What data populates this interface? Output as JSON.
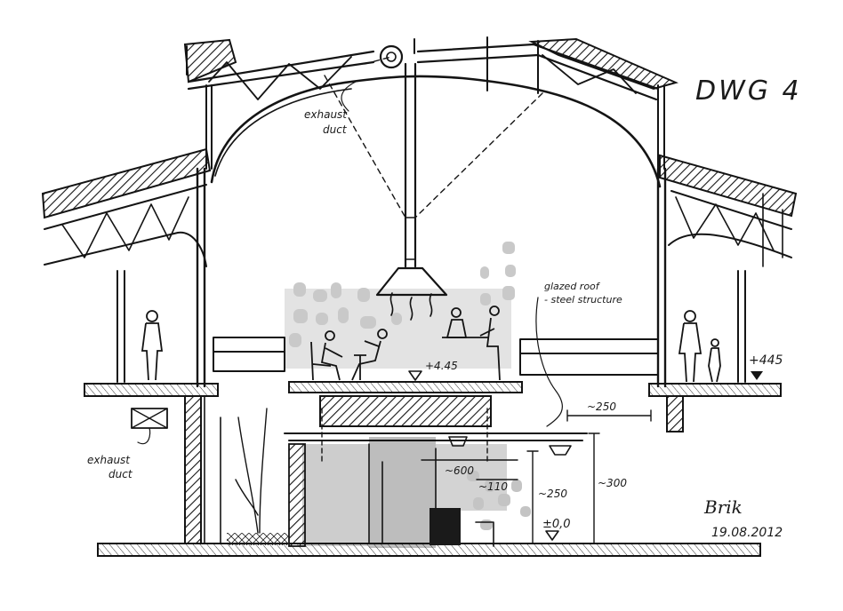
{
  "drawing": {
    "number": "DWG 4",
    "signature": "Brik",
    "date": "19.08.2012"
  },
  "labels": {
    "exhaust_duct_top": [
      "exhaust",
      "duct"
    ],
    "exhaust_duct_left": [
      "exhaust",
      "duct"
    ],
    "glazed_roof": [
      "glazed roof",
      "- steel structure"
    ]
  },
  "dimensions": {
    "level_center": "+4.45",
    "level_right": "+445",
    "level_ground": "±0,0",
    "dim_250_top": "~250",
    "dim_600": "~600",
    "dim_110": "~110",
    "dim_250_low": "~250",
    "dim_300": "~300"
  },
  "colors": {
    "ink": "#141414",
    "wash": "#cfcfcf",
    "wash_dark": "#b8b8b8"
  }
}
